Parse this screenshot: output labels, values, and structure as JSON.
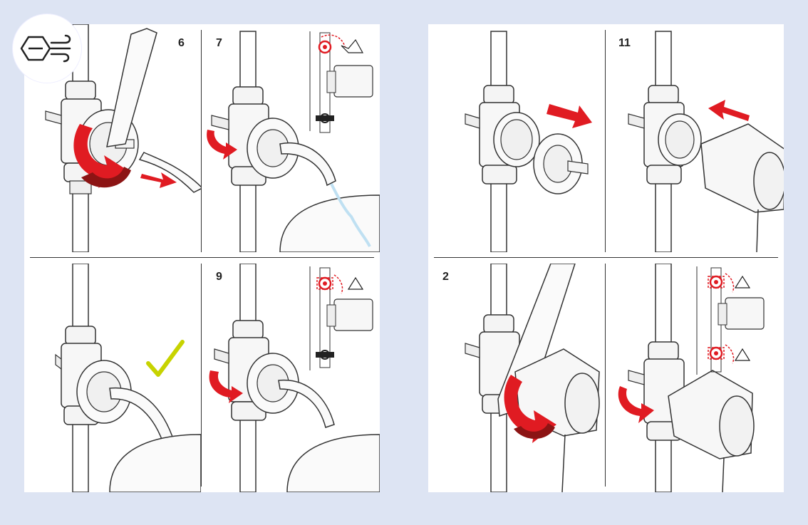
{
  "steps": {
    "s6": "6",
    "s7": "7",
    "s9": "9",
    "s11": "11",
    "s2": "2"
  },
  "colors": {
    "background": "#dde4f3",
    "arrow_red": "#e01b22",
    "arrow_dark": "#8c1414",
    "check_green": "#c7d300",
    "water_blue": "#bfe0f2"
  },
  "icons": [
    "valve-vent-badge-icon",
    "warning-triangle-icon",
    "ball-valve-icon",
    "pump-icon",
    "wrench-icon",
    "check-mark-icon"
  ]
}
